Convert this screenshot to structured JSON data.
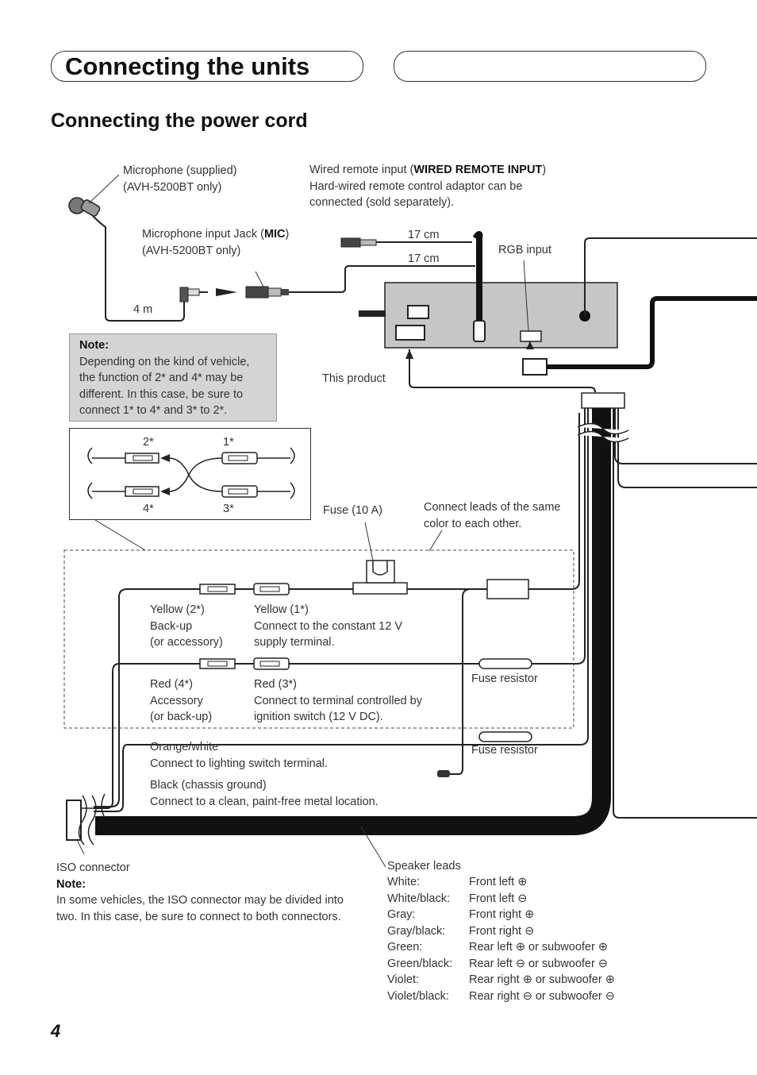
{
  "header": {
    "section_title": "Connecting the units",
    "right_tab_text": ""
  },
  "subtitle": "Connecting the power cord",
  "labels": {
    "microphone_line1": "Microphone (supplied)",
    "microphone_line2": "(AVH-5200BT only)",
    "wired_remote_pre": "Wired remote input (",
    "wired_remote_bold": "WIRED REMOTE INPUT",
    "wired_remote_post": ")",
    "wired_remote_line2": "Hard-wired remote control adaptor can be",
    "wired_remote_line3": "connected (sold separately).",
    "mic_jack_pre": "Microphone input Jack (",
    "mic_jack_bold": "MIC",
    "mic_jack_post": ")",
    "mic_jack_line2": "(AVH-5200BT only)",
    "len_17cm_a": "17 cm",
    "len_17cm_b": "17 cm",
    "rgb_input": "RGB input",
    "len_4m": "4 m",
    "this_product": "This product",
    "fuse_10a": "Fuse (10 A)",
    "connect_leads_line1": "Connect leads of the same",
    "connect_leads_line2": "color to each other.",
    "yellow2_line1": "Yellow (2*)",
    "yellow2_line2": "Back-up",
    "yellow2_line3": "(or accessory)",
    "yellow1_line1": "Yellow (1*)",
    "yellow1_line2": "Connect to the constant 12 V",
    "yellow1_line3": "supply terminal.",
    "fuse_resistor_1": "Fuse resistor",
    "red4_line1": "Red (4*)",
    "red4_line2": "Accessory",
    "red4_line3": "(or back-up)",
    "red3_line1": "Red (3*)",
    "red3_line2": "Connect to terminal controlled by",
    "red3_line3": "ignition switch (12 V DC).",
    "orange_line1": "Orange/white",
    "orange_line2": "Connect to lighting switch terminal.",
    "fuse_resistor_2": "Fuse resistor",
    "black_line1": "Black (chassis ground)",
    "black_line2": "Connect to a clean, paint-free metal location.",
    "iso_connector": "ISO connector",
    "iso_note_title": "Note:",
    "iso_note_line1": "In some vehicles, the ISO connector may be divided into",
    "iso_note_line2": "two. In this case, be sure to connect to both connectors.",
    "speaker_leads": "Speaker leads"
  },
  "note_box": {
    "title": "Note:",
    "line1": "Depending on the kind of vehicle,",
    "line2": "the function of 2* and 4* may be",
    "line3": "different. In this case, be sure to",
    "line4": "connect 1* to 4* and 3* to 2*."
  },
  "inset": {
    "label_2": "2*",
    "label_1": "1*",
    "label_4": "4*",
    "label_3": "3*"
  },
  "speaker_table": [
    {
      "color": "White:",
      "channel": "Front left ⊕"
    },
    {
      "color": "White/black:",
      "channel": "Front left ⊖"
    },
    {
      "color": "Gray:",
      "channel": "Front right ⊕"
    },
    {
      "color": "Gray/black:",
      "channel": "Front right ⊖"
    },
    {
      "color": "Green:",
      "channel": "Rear left ⊕ or subwoofer ⊕"
    },
    {
      "color": "Green/black:",
      "channel": "Rear left ⊖ or subwoofer ⊖"
    },
    {
      "color": "Violet:",
      "channel": "Rear right ⊕ or subwoofer ⊕"
    },
    {
      "color": "Violet/black:",
      "channel": "Rear right ⊖ or subwoofer ⊖"
    }
  ],
  "page_number": "4"
}
